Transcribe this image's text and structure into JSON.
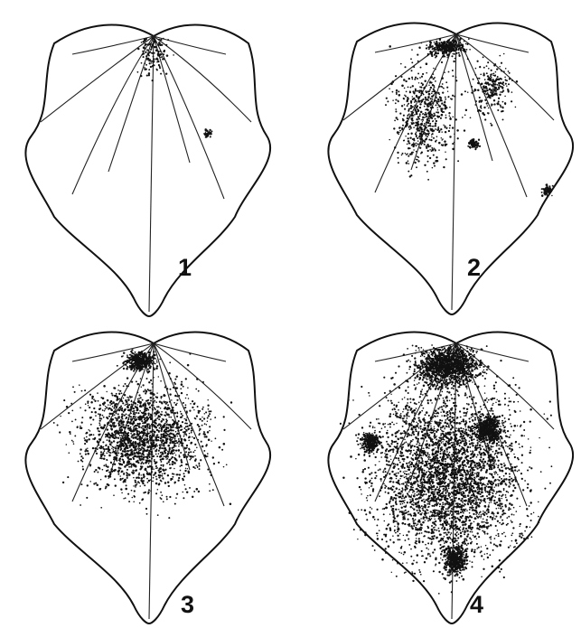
{
  "figure": {
    "panels": [
      {
        "label": "1"
      },
      {
        "label": "2"
      },
      {
        "label": "3"
      },
      {
        "label": "4"
      }
    ]
  },
  "colors": {
    "ink": "#111111",
    "background": "#ffffff"
  }
}
